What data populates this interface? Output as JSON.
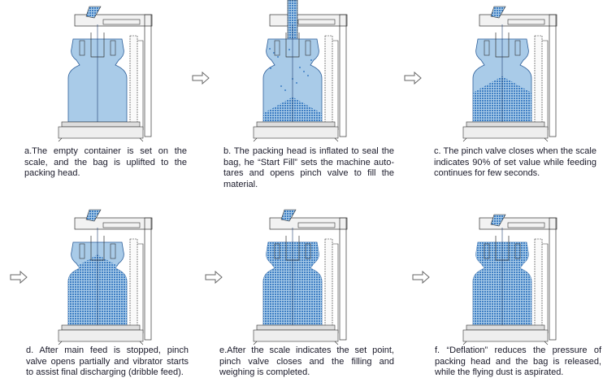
{
  "steps": [
    {
      "id": "a",
      "fill_fraction": 0.0,
      "caption": "a.The empty container is set on the scale, and the bag is uplifted to the packing head."
    },
    {
      "id": "b",
      "fill_fraction": 0.3,
      "caption": "b. The packing head is inflated to seal the bag, he “Start Fill” sets the machine auto-tares and opens pinch valve to fill the material."
    },
    {
      "id": "c",
      "fill_fraction": 0.55,
      "caption": "c. The pinch valve closes when the scale indicates 90% of set value while feeding continues for few seconds."
    },
    {
      "id": "d",
      "fill_fraction": 0.85,
      "caption": "d. After main feed is stopped, pinch valve opens partially and vibrator starts to assist final discharging (dribble feed)."
    },
    {
      "id": "e",
      "fill_fraction": 1.0,
      "caption": "e.After the scale indicates the set point, pinch valve closes and the filling and weighing is completed."
    },
    {
      "id": "f",
      "fill_fraction": 1.0,
      "caption": "f. “Deflation” reduces the pressure of packing head and the bag is released, while the flying dust is aspirated."
    }
  ],
  "colors": {
    "bag": "#a9cbe8",
    "material": "#3f7fc4",
    "line": "#333333"
  }
}
